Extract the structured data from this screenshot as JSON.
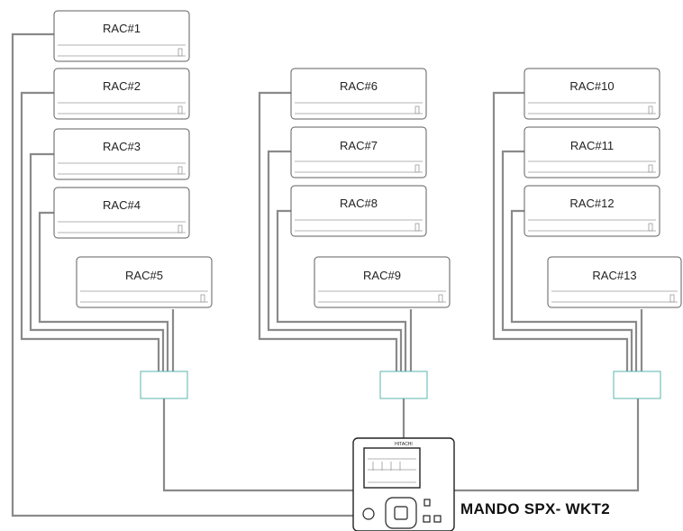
{
  "units": [
    {
      "label": "RAC#1"
    },
    {
      "label": "RAC#2"
    },
    {
      "label": "RAC#3"
    },
    {
      "label": "RAC#4"
    },
    {
      "label": "RAC#5"
    },
    {
      "label": "RAC#6"
    },
    {
      "label": "RAC#7"
    },
    {
      "label": "RAC#8"
    },
    {
      "label": "RAC#9"
    },
    {
      "label": "RAC#10"
    },
    {
      "label": "RAC#11"
    },
    {
      "label": "RAC#12"
    },
    {
      "label": "RAC#13"
    }
  ],
  "controller": {
    "label": "MANDO SPX- WKT2",
    "brand": "HITACHI"
  },
  "colors": {
    "wire": "#8a8a8a",
    "junction": "#5bb5ad",
    "unit_outline": "#5f5f5f"
  }
}
